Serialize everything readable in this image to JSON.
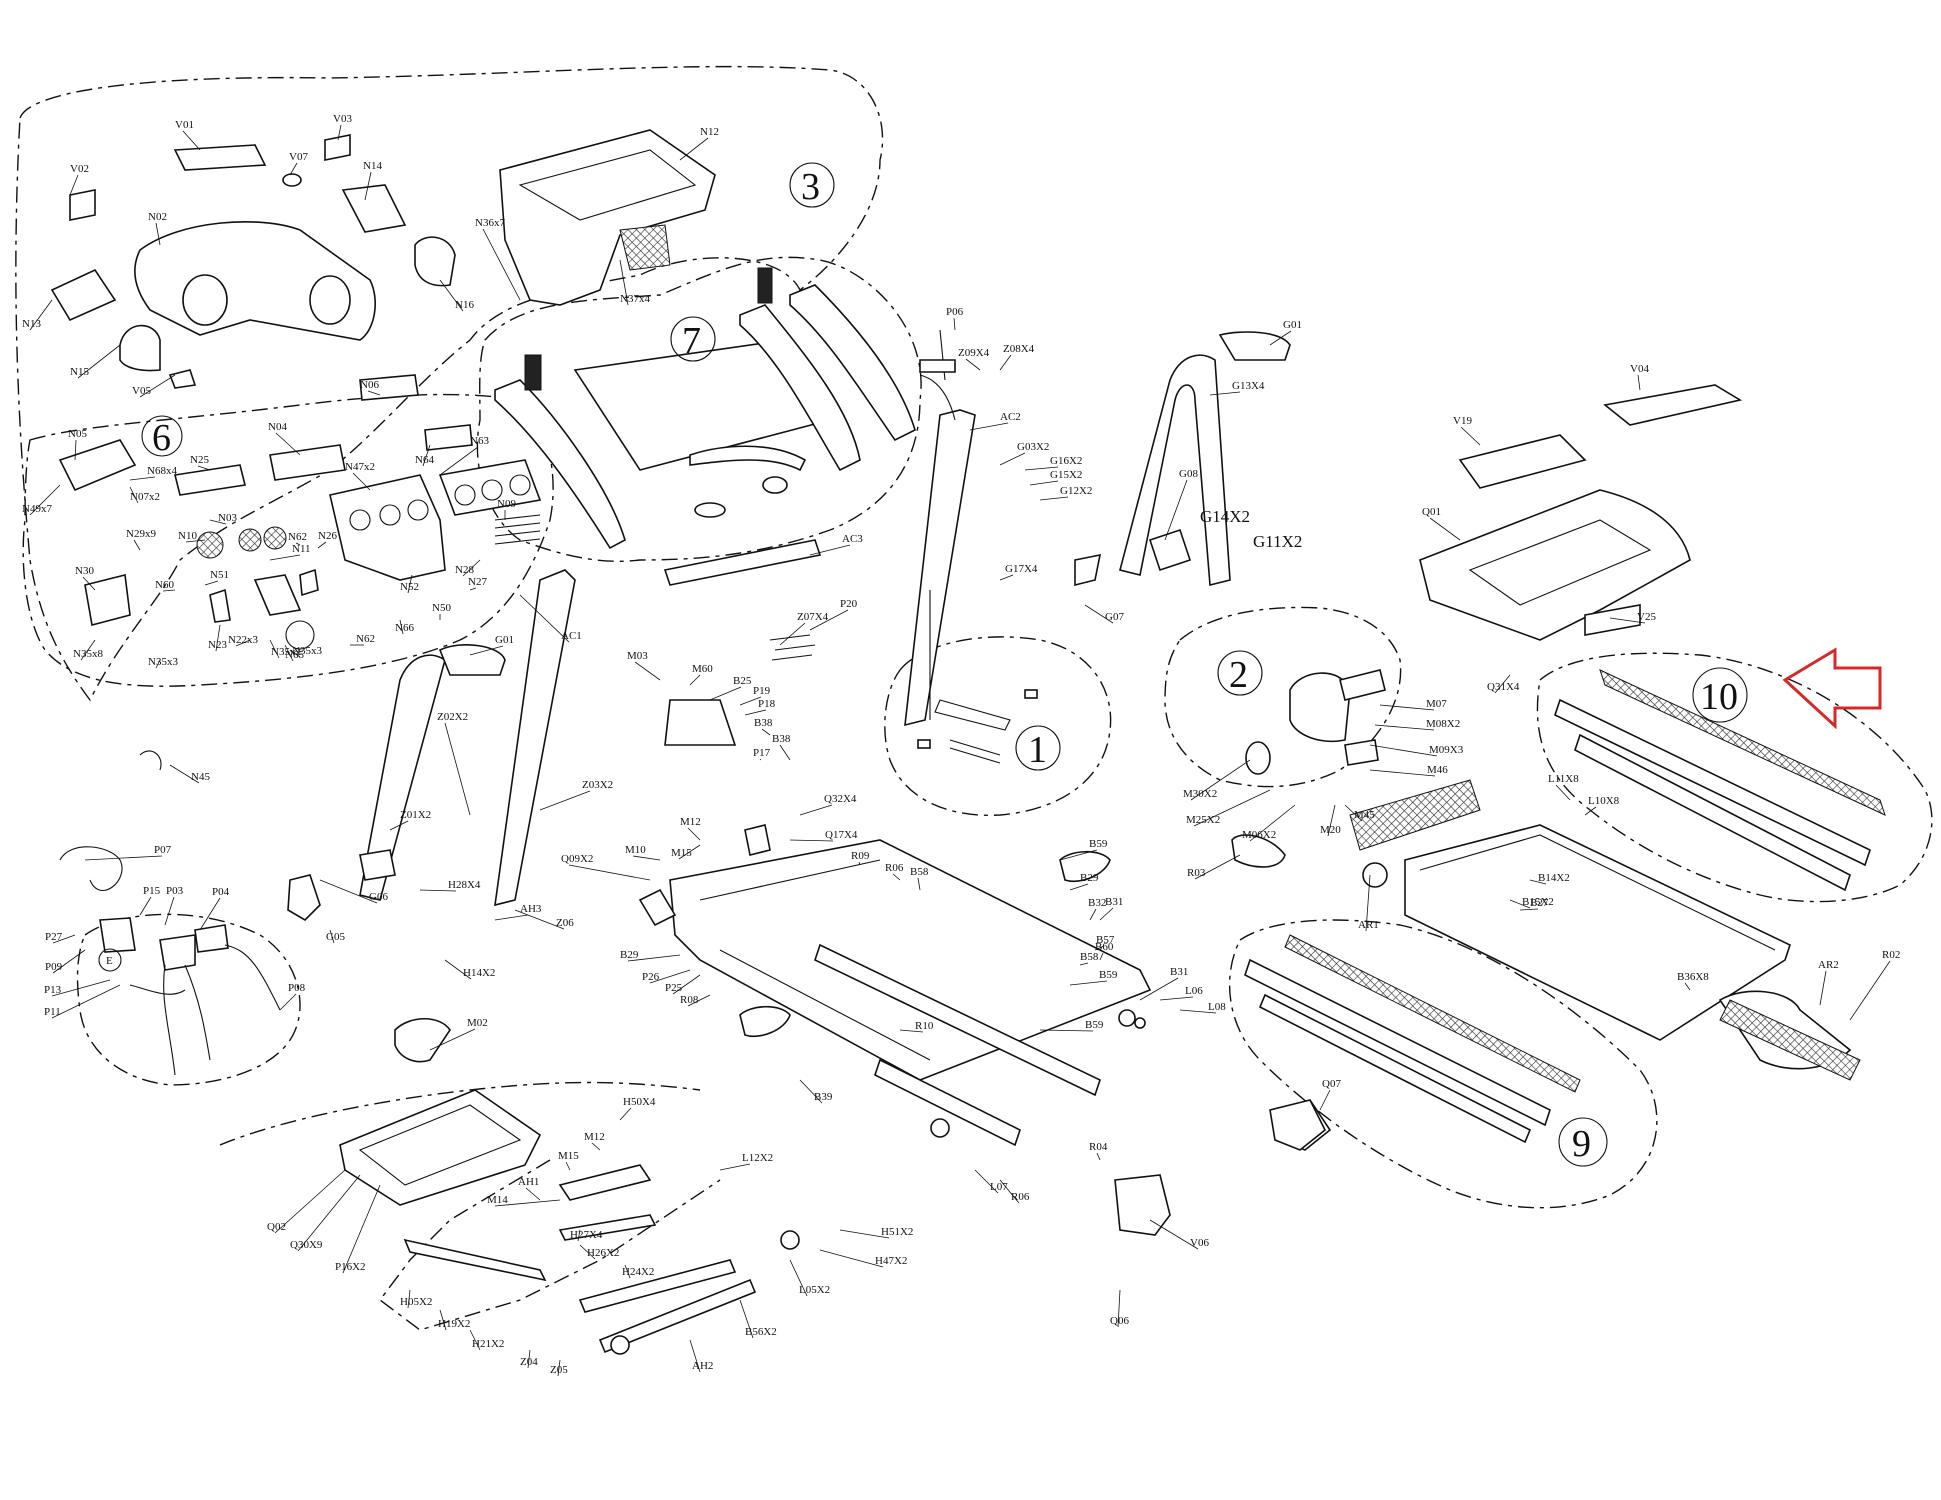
{
  "diagram": {
    "group_numbers": [
      "1",
      "2",
      "3",
      "6",
      "7",
      "9",
      "10"
    ],
    "emphasis_labels": [
      "G14X2",
      "G11X2"
    ],
    "parts": {
      "console_top": [
        "V01",
        "V02",
        "V03",
        "V07",
        "N02",
        "N12",
        "N13",
        "N14",
        "N15",
        "N16",
        "V05",
        "N36x7",
        "N37x4"
      ],
      "electronics": [
        "N05",
        "N06",
        "N04",
        "N25",
        "N63",
        "N64",
        "N68x4",
        "N49x7",
        "N07x2",
        "N47x2",
        "N03",
        "N09",
        "N10",
        "N29x9",
        "N11",
        "N62",
        "N26",
        "N51",
        "N28",
        "N30",
        "N60",
        "N52",
        "N27",
        "N50",
        "N23",
        "N22x3",
        "N35x2",
        "N35x3",
        "N65",
        "N62",
        "N66",
        "N35x8",
        "N35x3"
      ],
      "uprights": [
        "P06",
        "Z09X4",
        "Z08X4",
        "AC2",
        "G03X2",
        "G16X2",
        "G15X2",
        "G12X2",
        "AC3",
        "Z07X4",
        "P20",
        "AC1",
        "G01",
        "Z02X2",
        "Z03X2",
        "Z01X2",
        "G06",
        "G05",
        "H28X4",
        "AH3",
        "Z06",
        "H14X2",
        "G01",
        "G13X4",
        "G08",
        "G17X4",
        "G07"
      ],
      "base_frame": [
        "M03",
        "M60",
        "B25",
        "P19",
        "P18",
        "B38",
        "B38",
        "P17",
        "M12",
        "M15",
        "M10",
        "Q09X2",
        "Q32X4",
        "Q17X4",
        "R09",
        "R06",
        "B58",
        "B59",
        "B29",
        "B31",
        "B57",
        "B59",
        "B32",
        "B60",
        "B58",
        "B59",
        "B29",
        "P26",
        "P25",
        "R08",
        "R10",
        "B39",
        "B31",
        "L06",
        "L08",
        "L07",
        "R06",
        "R04",
        "V06",
        "Q06",
        "Q31X4"
      ],
      "lift": [
        "M02",
        "Q02",
        "Q30X9",
        "P16X2",
        "AH1",
        "M15",
        "M14",
        "M12",
        "H50X4",
        "L12X2",
        "H27X4",
        "H26X2",
        "H24X2",
        "H51X2",
        "H47X2",
        "L05X2",
        "B56X2",
        "AH2",
        "H05X2",
        "H19X2",
        "H21X2",
        "Z04",
        "Z05"
      ],
      "wiring": [
        "N45",
        "P07",
        "P15",
        "P03",
        "P04",
        "P27",
        "P09",
        "P13",
        "P11",
        "P08"
      ],
      "motor": [
        "M07",
        "M08X2",
        "M09X3",
        "M46",
        "M45",
        "M30X2",
        "M25X2",
        "M06X2",
        "M20",
        "R03",
        "AR1"
      ],
      "deck": [
        "V19",
        "V04",
        "Q01",
        "V25",
        "Q31X4",
        "L11X8",
        "L10X8",
        "B14X2",
        "B15X2",
        "B27",
        "B36X8",
        "AR2",
        "R02",
        "Q07"
      ]
    }
  }
}
